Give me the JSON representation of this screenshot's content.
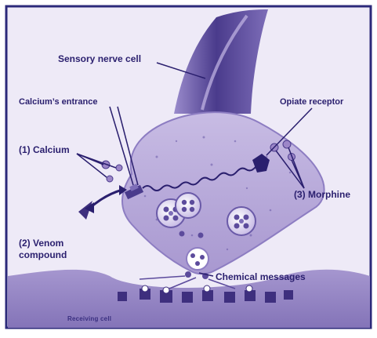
{
  "labels": {
    "sensory_nerve_cell": "Sensory nerve cell",
    "calcium_entrance": "Calcium’s entrance",
    "opiate_receptor": "Opiate receptor",
    "calcium": "(1) Calcium",
    "morphine": "(3) Morphine",
    "venom_line1": "(2) Venom",
    "venom_line2": "compound",
    "chemical_messages": "Chemical messages",
    "receiving_cell": "Receiving cell"
  },
  "colors": {
    "border": "#2c2a7a",
    "background": "#ece8f6",
    "cell_body": "#b4a5d6",
    "cell_dark": "#5c4b9c",
    "axon_dark": "#4a3b8c",
    "label_text": "#2a1f6e"
  }
}
